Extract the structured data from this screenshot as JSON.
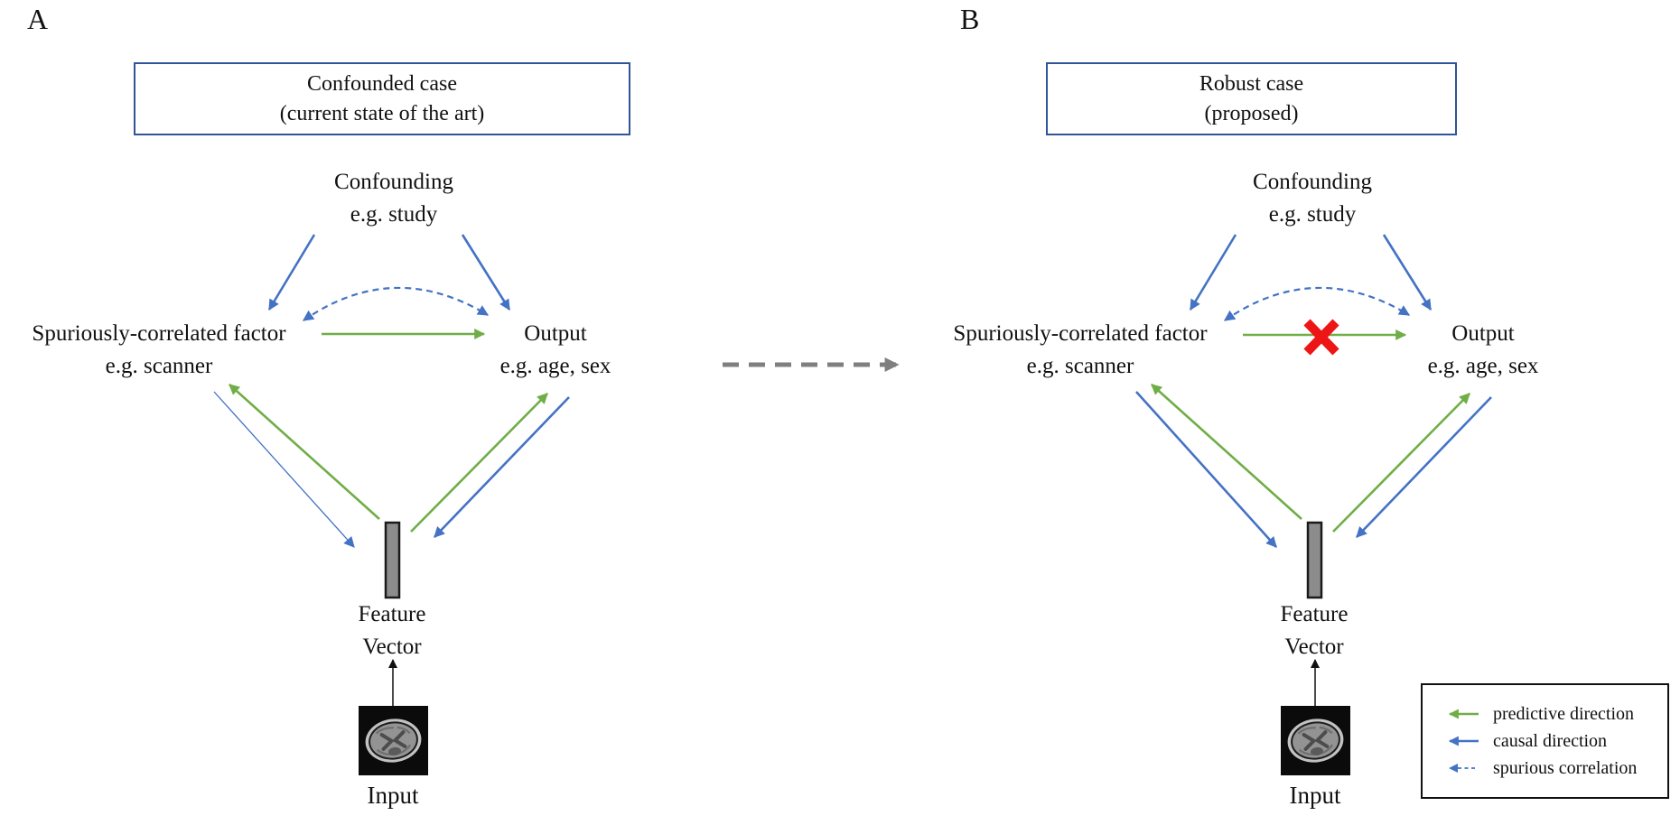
{
  "figure": {
    "panel_a": {
      "label": "A",
      "title_line1": "Confounded case",
      "title_line2": "(current state of the art)",
      "confounding_line1": "Confounding",
      "confounding_line2": "e.g. study",
      "factor_line1": "Spuriously-correlated factor",
      "factor_line2": "e.g. scanner",
      "output_line1": "Output",
      "output_line2": "e.g. age, sex",
      "feature_line1": "Feature",
      "feature_line2": "Vector",
      "input_label": "Input"
    },
    "panel_b": {
      "label": "B",
      "title_line1": "Robust case",
      "title_line2": "(proposed)",
      "confounding_line1": "Confounding",
      "confounding_line2": "e.g. study",
      "factor_line1": "Spuriously-correlated factor",
      "factor_line2": "e.g. scanner",
      "output_line1": "Output",
      "output_line2": "e.g. age, sex",
      "feature_line1": "Feature",
      "feature_line2": "Vector",
      "input_label": "Input"
    },
    "legend": {
      "item1": "predictive direction",
      "item2": "causal direction",
      "item3": "spurious correlation"
    },
    "colors": {
      "predictive_green": "#70ad47",
      "causal_blue": "#4472c4",
      "spurious_blue": "#4472c4",
      "title_border_blue": "#2f5597",
      "transition_gray": "#7f7f7f",
      "cross_red": "#ed1515",
      "feature_vector_gray": "#8c8c8c"
    }
  }
}
